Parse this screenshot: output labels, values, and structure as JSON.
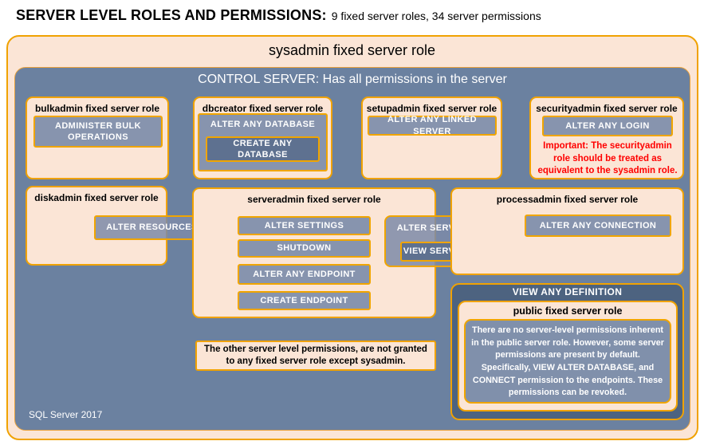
{
  "page_title": {
    "main": "SERVER LEVEL ROLES AND PERMISSIONS:",
    "sub": "9 fixed server roles, 34 server permissions"
  },
  "sysadmin": {
    "title": "sysadmin fixed server role"
  },
  "control_server": {
    "title": "CONTROL SERVER: Has all permissions in the server",
    "footer": "SQL Server 2017"
  },
  "roles": {
    "bulkadmin": {
      "title": "bulkadmin fixed server role",
      "permission": "ADMINISTER  BULK OPERATIONS"
    },
    "dbcreator": {
      "title": "dbcreator fixed server role",
      "outer_permission": "ALTER ANY DATABASE",
      "inner_permission": "CREATE ANY DATABASE"
    },
    "setupadmin": {
      "title": "setupadmin fixed server role",
      "permission": "ALTER ANY LINKED SERVER"
    },
    "securityadmin": {
      "title": "securityadmin fixed server role",
      "permission": "ALTER ANY LOGIN",
      "warning": "Important:  The securityadmin role should  be treated as equivalent to the  sysadmin role."
    },
    "diskadmin": {
      "title": "diskadmin fixed server role",
      "permission": "ALTER RESOURCES"
    },
    "serveradmin": {
      "title": "serveradmin fixed server role",
      "permissions": [
        "ALTER SETTINGS",
        "SHUTDOWN",
        "ALTER ANY ENDPOINT",
        "CREATE ENDPOINT"
      ],
      "outer_permission": "ALTER SERVER STATE",
      "inner_permission": "VIEW SERVER STATE"
    },
    "processadmin": {
      "title": "processadmin fixed server role",
      "permission": "ALTER ANY CONNECTION"
    },
    "public": {
      "container_permission": "VIEW ANY DEFINITION",
      "title": "public fixed server role",
      "description": "There are no server-level permissions inherent in the public server role. However, some server permissions are present by default. Specifically, VIEW ALTER DATABASE, and CONNECT permission to the endpoints. These permissions can be revoked."
    }
  },
  "note": "The other server level permissions,  are not granted to any fixed server role except sysadmin.",
  "colors": {
    "peach_fill": "#FBE5D6",
    "gold_border": "#F0A202",
    "control_blue": "#6B81A0",
    "permission_blue": "#8794AE",
    "permission_dark_blue": "#5E7190",
    "view_definition_blue": "#4D6380",
    "warning_red": "#FF0000"
  }
}
